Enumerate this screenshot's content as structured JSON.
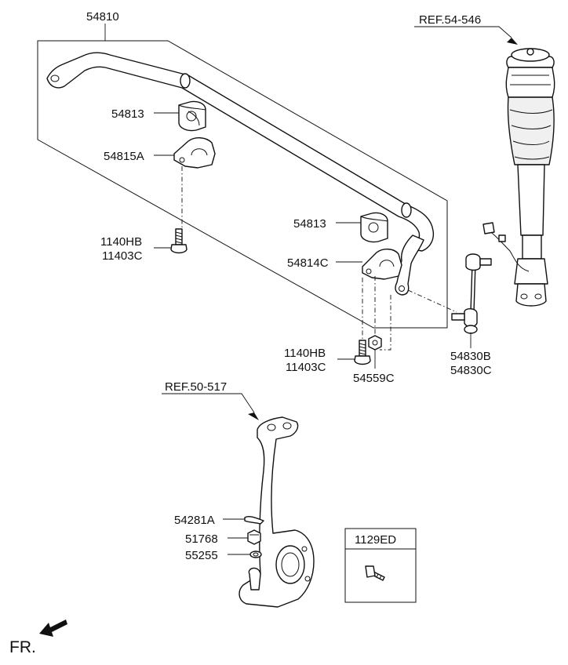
{
  "labels": {
    "p54810": "54810",
    "p54813_a": "54813",
    "p54815A": "54815A",
    "p1140HB_a": "1140HB",
    "p11403C_a": "11403C",
    "p54813_b": "54813",
    "p54814C": "54814C",
    "p1140HB_b": "1140HB",
    "p11403C_b": "11403C",
    "p54559C": "54559C",
    "p54830B": "54830B",
    "p54830C": "54830C",
    "ref_strut": "REF.54-546",
    "ref_knuckle": "REF.50-517",
    "p54281A": "54281A",
    "p51768": "51768",
    "p55255": "55255",
    "p1129ED": "1129ED",
    "front": "FR."
  }
}
